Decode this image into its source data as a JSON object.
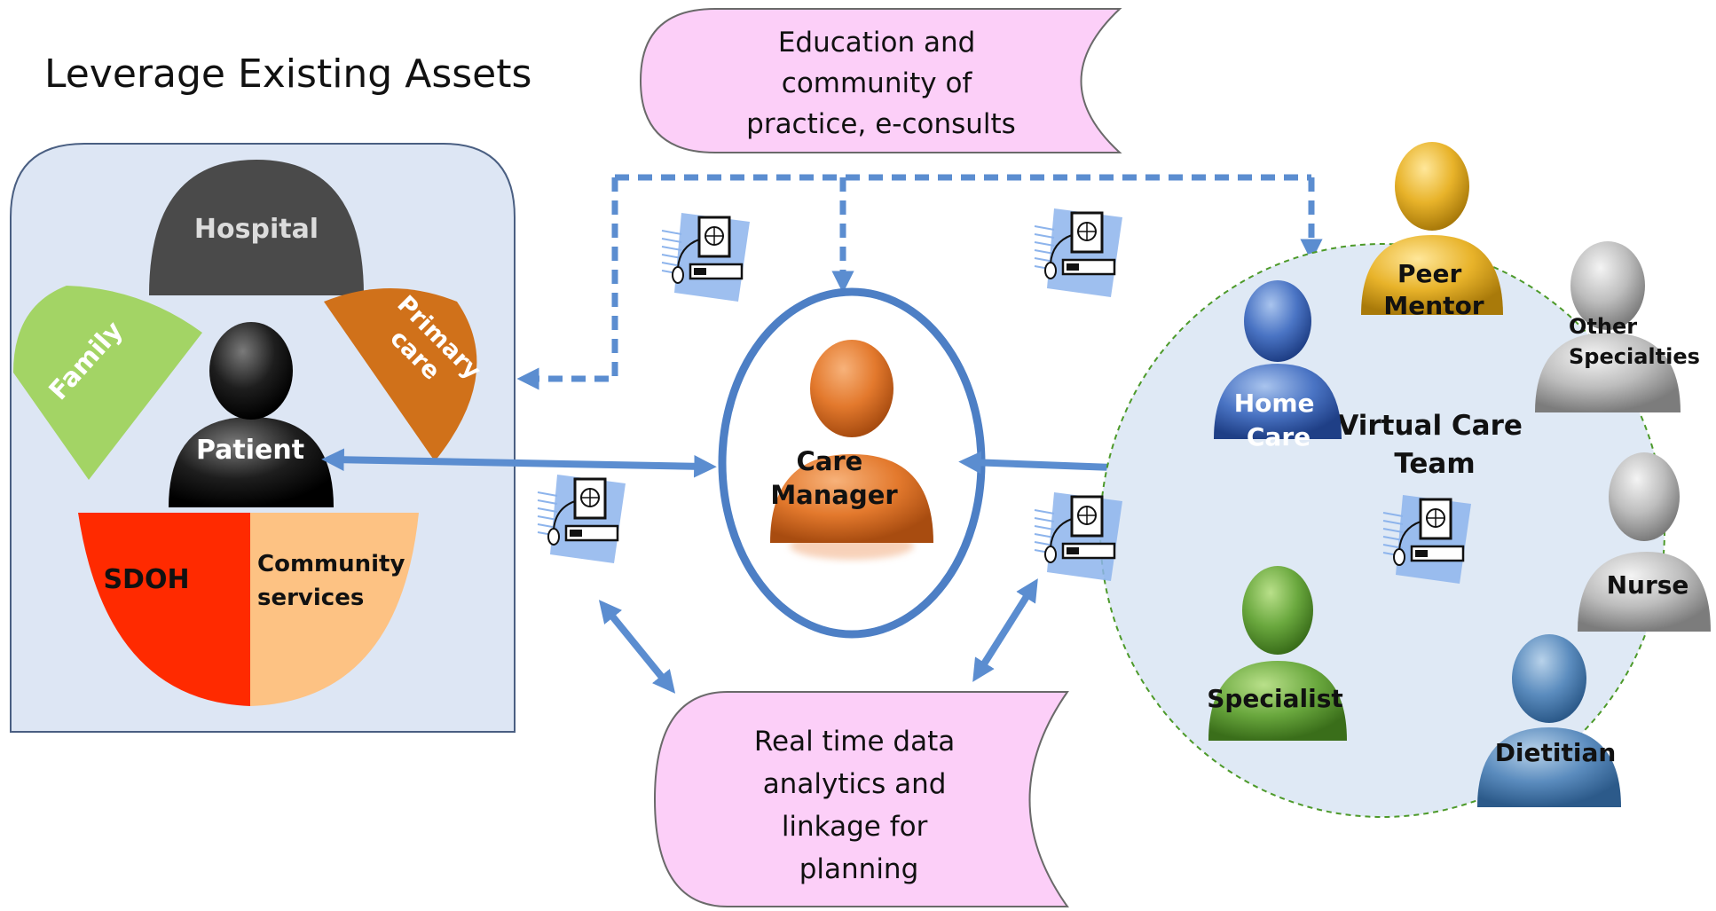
{
  "title": "Leverage Existing Assets",
  "colors": {
    "panel_fill": "#dde6f4",
    "panel_stroke": "#4a5f82",
    "hospital": "#4a4a4a",
    "family": "#a3d465",
    "primary_care": "#d0711a",
    "sdoh": "#ff2a00",
    "community": "#fdc283",
    "scroll_fill": "#fccff8",
    "arrow": "#5b8dd0",
    "team_ellipse": "#dfe9f5",
    "team_stroke": "#4d9a2a",
    "care_manager": "#e3792d",
    "ellipse_ring": "#4d7fc5"
  },
  "scrolls": {
    "top": {
      "lines": [
        "Education and",
        "community of",
        "practice, e-consults"
      ]
    },
    "bottom": {
      "lines": [
        "Real time data",
        "analytics and",
        "linkage for",
        "planning"
      ]
    }
  },
  "assets": {
    "hospital": "Hospital",
    "family": "Family",
    "primary_care": [
      "Primary",
      "care"
    ],
    "patient": "Patient",
    "sdoh": "SDOH",
    "community": [
      "Community",
      "services"
    ]
  },
  "care_manager": [
    "Care",
    "Manager"
  ],
  "team": {
    "title": [
      "Virtual Care",
      "Team"
    ],
    "members": {
      "home_care": [
        "Home",
        "Care"
      ],
      "peer_mentor": [
        "Peer",
        "Mentor"
      ],
      "other_specialties": [
        "Other",
        "Specialties"
      ],
      "nurse": "Nurse",
      "specialist": "Specialist",
      "dietitian": "Dietitian"
    }
  },
  "icons": [
    "computer-icon",
    "person-icon",
    "double-arrow",
    "dashed-connector"
  ]
}
